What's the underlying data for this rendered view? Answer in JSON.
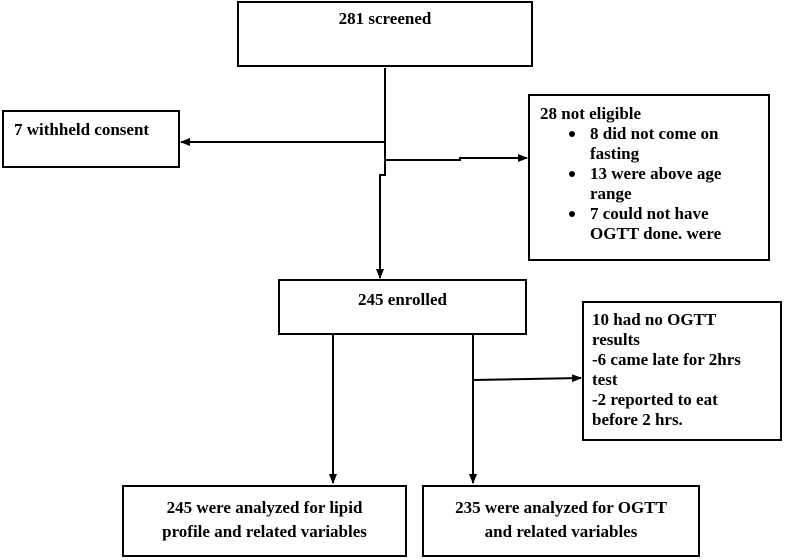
{
  "nodes": {
    "screened": "281 screened",
    "withheld": "7 withheld consent",
    "not_eligible": {
      "title": "28 not eligible",
      "items": [
        [
          "8 did not come on",
          "fasting"
        ],
        [
          "13 were above age",
          "range"
        ],
        [
          "7 could not have",
          "OGTT done. were"
        ]
      ]
    },
    "enrolled": "245 enrolled",
    "no_ogtt": [
      "10 had no OGTT",
      "results",
      "-6 came late for 2hrs",
      "test",
      "-2 reported to eat",
      "before 2 hrs."
    ],
    "lipid": [
      "245 were analyzed for lipid",
      "profile and related variables"
    ],
    "ogtt": [
      "235 were analyzed for OGTT",
      "and related variables"
    ]
  }
}
